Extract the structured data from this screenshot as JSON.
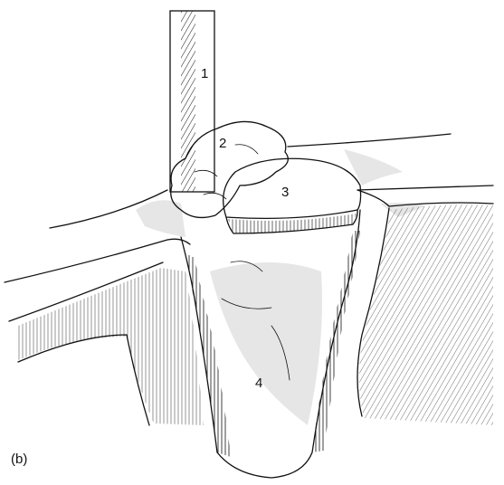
{
  "figure": {
    "panel_label": "(b)",
    "callouts": [
      {
        "id": "1",
        "text": "1"
      },
      {
        "id": "2",
        "text": "2"
      },
      {
        "id": "3",
        "text": "3"
      },
      {
        "id": "4",
        "text": "4"
      }
    ]
  }
}
